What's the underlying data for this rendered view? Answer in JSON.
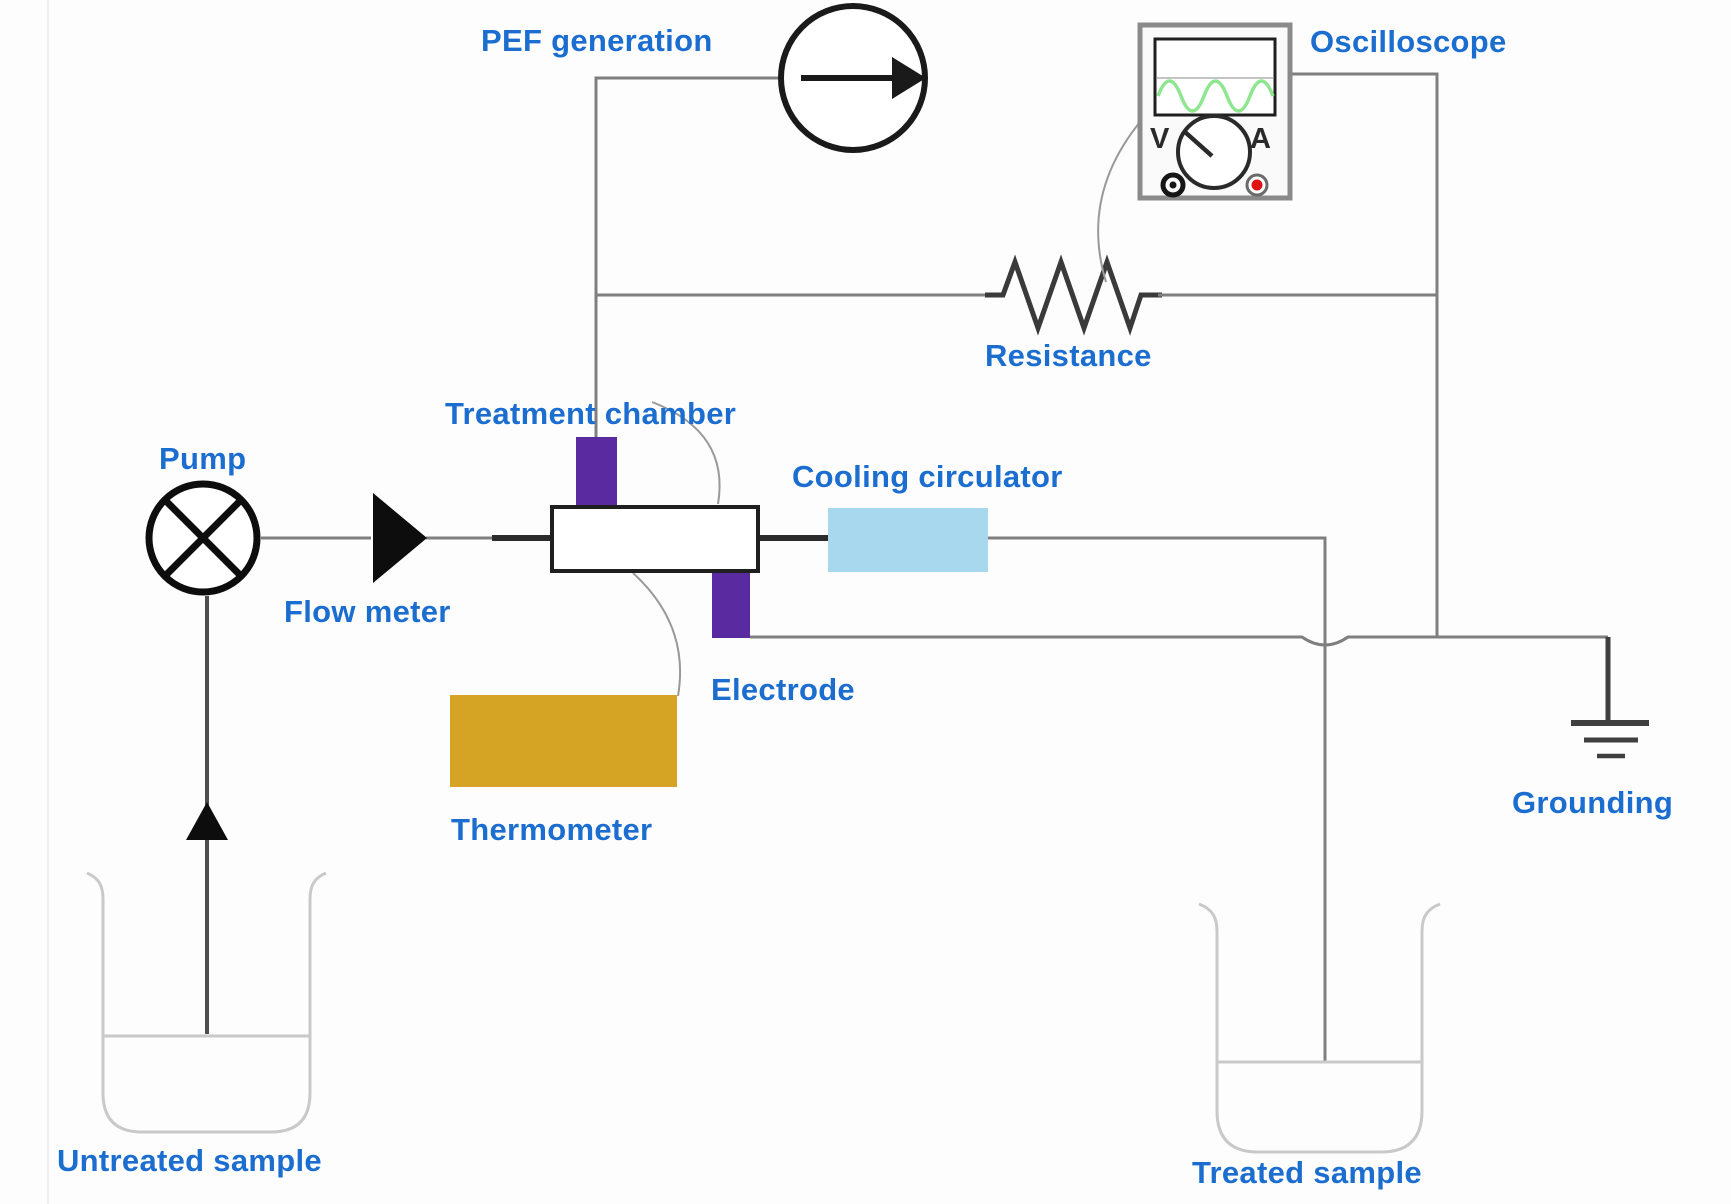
{
  "labels": {
    "pef_generation": "PEF generation",
    "oscilloscope": "Oscilloscope",
    "resistance": "Resistance",
    "treatment_chamber": "Treatment chamber",
    "pump": "Pump",
    "cooling_circulator": "Cooling circulator",
    "flow_meter": "Flow meter",
    "electrode": "Electrode",
    "thermometer": "Thermometer",
    "grounding": "Grounding",
    "untreated_sample": "Untreated sample",
    "treated_sample": "Treated sample"
  },
  "oscilloscope_panel": {
    "volt_label": "V",
    "amp_label": "A"
  },
  "colors": {
    "label_blue": "#1b6ed0",
    "electrode_purple": "#5a2ba0",
    "cooling_blue": "#a8d8ee",
    "thermometer_gold": "#d6a425",
    "scope_wave_green": "#8ee68e",
    "terminal_red": "#e11212",
    "wire_gray": "#7f7f7f",
    "component_line_black": "#1f1f1f",
    "beaker_gray": "#c9c9c9"
  },
  "icons": {
    "pump-icon": "circle-with-x",
    "flow-meter-icon": "solid-right-triangle",
    "pef-generator-icon": "circle-with-right-arrow",
    "oscilloscope-icon": "multimeter-with-sine-screen",
    "resistor-icon": "zigzag",
    "grounding-icon": "three-bar-earth",
    "flow-direction-icon": "solid-up-triangle",
    "sample-beaker-icon": "beaker-outline"
  }
}
